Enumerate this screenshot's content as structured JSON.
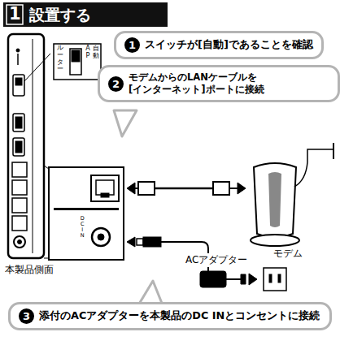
{
  "diagram": {
    "title": "設置する",
    "nodes": [
      {
        "text": [
          "1",
          "スイッチが[自動]であることを確認"
        ]
      },
      {
        "text": [
          "2",
          "モデムからのLANケーブルを [インターネット]ポートに接続"
        ]
      },
      {
        "text": [
          "3",
          "添付のACアダプターを本製品のDC INとコンセントに接続"
        ]
      }
    ],
    "labels": [
      "1",
      "ルーター",
      "AP",
      "自動",
      "DC IN",
      "モデム",
      "ACアダプター",
      "本製品側面"
    ]
  }
}
